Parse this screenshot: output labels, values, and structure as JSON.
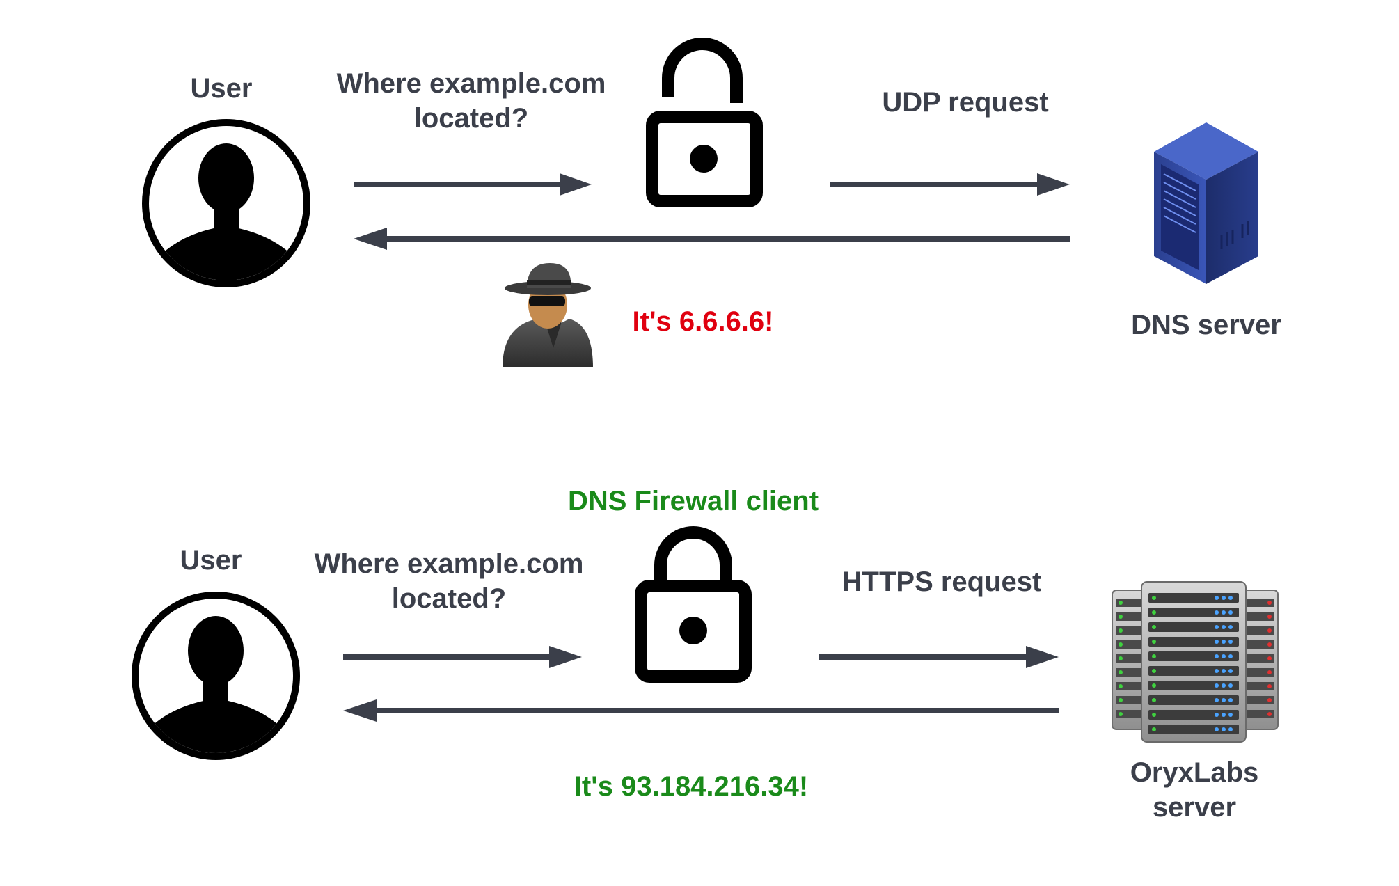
{
  "top": {
    "user_label": "User",
    "question_line1": "Where example.com",
    "question_line2": "located?",
    "request_label": "UDP request",
    "server_label": "DNS server",
    "response_text": "It's 6.6.6.6!"
  },
  "bottom": {
    "client_label": "DNS Firewall client",
    "user_label": "User",
    "question_line1": "Where example.com",
    "question_line2": "located?",
    "request_label": "HTTPS request",
    "server_label_line1": "OryxLabs",
    "server_label_line2": "server",
    "response_text": "It's 93.184.216.34!"
  },
  "colors": {
    "text": "#3b3f4a",
    "attack": "#e0000f",
    "safe": "#1a8a1a"
  },
  "icons": {
    "user": "user-avatar-icon",
    "lock_open": "unlocked-padlock-icon",
    "lock_closed": "locked-padlock-icon",
    "dns_server": "server-rack-icon",
    "oryx_server": "server-stack-icon",
    "attacker": "spy-attacker-icon"
  }
}
